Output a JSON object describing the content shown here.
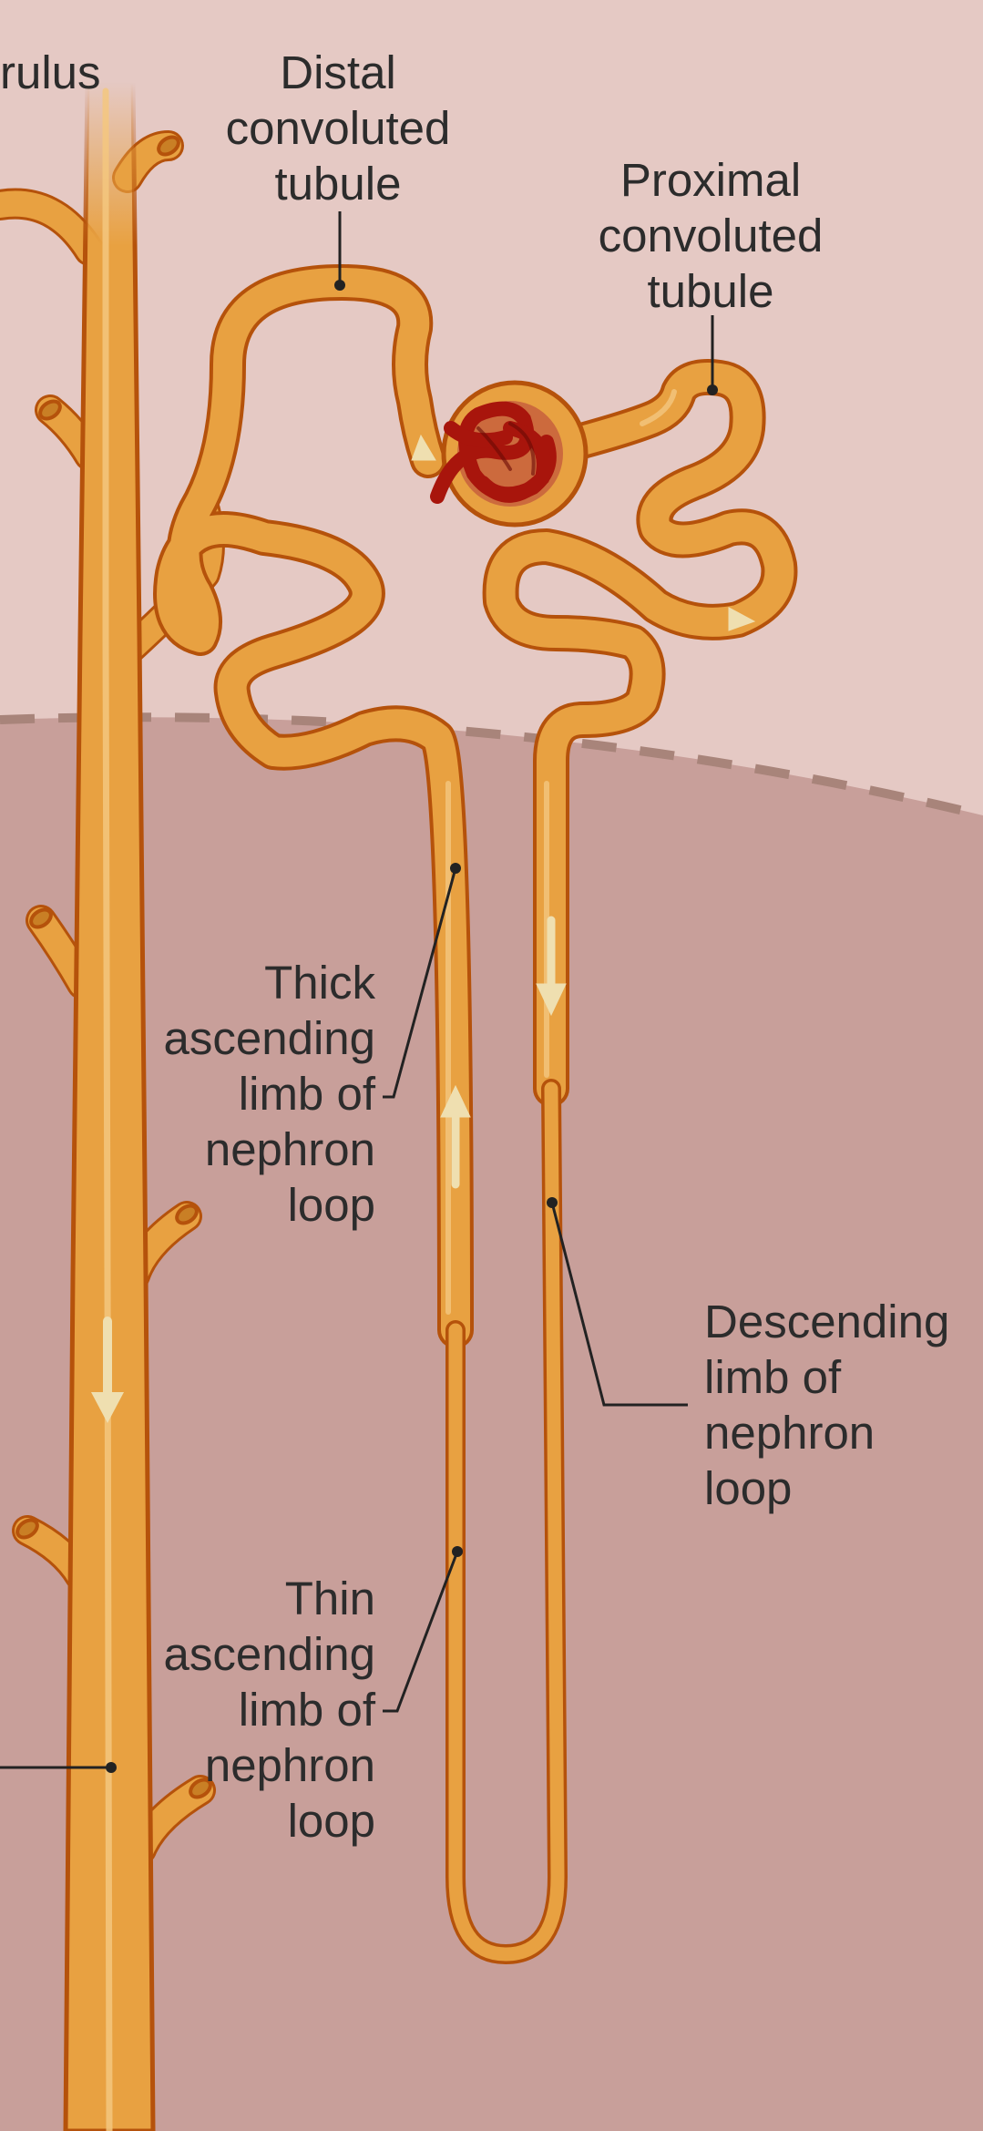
{
  "colors": {
    "cortex": "#e5c9c4",
    "medulla": "#c89f9a",
    "boundary": "#a8847a",
    "tubule_fill": "#e8a141",
    "tubule_outline": "#b5520b",
    "tubule_highlight": "#f3c77f",
    "flow_arrow": "#efdfb0",
    "glomerulus": "#a8150c",
    "capsule_inner": "#cc6a3d",
    "leader_line": "#222222"
  },
  "labels": {
    "glomerulus_partial": "rulus",
    "distal": "Distal\nconvoluted\ntubule",
    "proximal": "Proximal\nconvoluted\ntubule",
    "thick_ascending": "Thick\nascending\nlimb of\nnephron\nloop",
    "descending": "Descending\nlimb of\nnephron\nloop",
    "thin_ascending": "Thin\nascending\nlimb of\nnephron\nloop"
  }
}
